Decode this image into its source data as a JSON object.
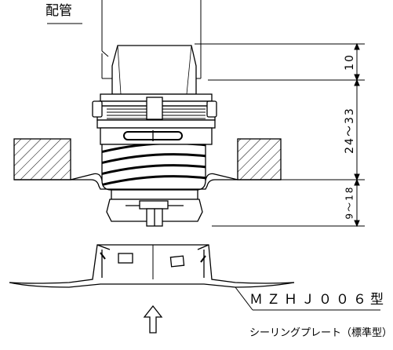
{
  "labels": {
    "pipe": "配管",
    "model": "ＭＺＨＪ００６型",
    "plate": "シーリングプレート（標準型）"
  },
  "dimensions": {
    "top": "10",
    "middle": "24～33",
    "bottom": "9～18"
  },
  "icons": {
    "insert_arrow": "hollow-up-arrow-icon"
  }
}
